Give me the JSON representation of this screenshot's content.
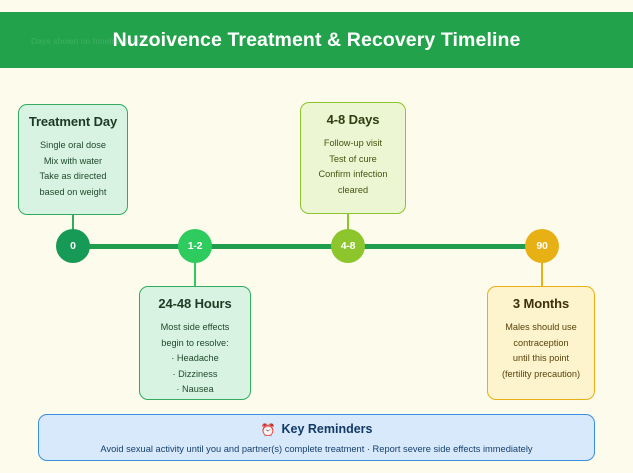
{
  "header": {
    "title": "Nuzoivence Treatment & Recovery Timeline",
    "note": "Days shown on timeline markers",
    "bar_color": "#22a34b",
    "title_color": "#ffffff"
  },
  "page": {
    "background_color": "#fdfbec"
  },
  "timeline": {
    "axis_color": "#1f9e4e",
    "markers": [
      {
        "label": "0",
        "color": "#169a55",
        "position": "left",
        "day_value": 0
      },
      {
        "label": "1-2",
        "color": "#2ecb5f",
        "position": "below",
        "day_value": 1.5
      },
      {
        "label": "4-8",
        "color": "#8cc62c",
        "position": "above",
        "day_value": 6
      },
      {
        "label": "90",
        "color": "#e7b015",
        "position": "below",
        "day_value": 90
      }
    ]
  },
  "cards": [
    {
      "title": "Treatment Day",
      "lines": [
        "Single oral dose",
        "Mix with water",
        "Take as directed",
        "based on weight"
      ],
      "accent_color": "#32ab60",
      "fill_color": "#d8f3e2",
      "marker": "0"
    },
    {
      "title": "4-8 Days",
      "lines": [
        "Follow-up visit",
        "Test of cure",
        "Confirm infection",
        "cleared"
      ],
      "accent_color": "#8cc62c",
      "fill_color": "#ecf6d2",
      "marker": "4-8"
    },
    {
      "title": "24-48 Hours",
      "lines": [
        "Most side effects",
        "begin to resolve:",
        "· Headache",
        "· Dizziness",
        "· Nausea"
      ],
      "accent_color": "#32ab60",
      "fill_color": "#d8f3e2",
      "marker": "1-2"
    },
    {
      "title": "3 Months",
      "lines": [
        "Males should use",
        "contraception",
        "until this point",
        "(fertility precaution)"
      ],
      "accent_color": "#e7b015",
      "fill_color": "#fdf3cd",
      "marker": "90"
    }
  ],
  "reminders": {
    "icon": "alarm-clock-icon",
    "icon_glyph": "⏰",
    "title": "Key Reminders",
    "text": "Avoid sexual activity until you and partner(s) complete treatment · Report severe side effects immediately",
    "accent_color": "#3a8fe0",
    "fill_color": "#d7e9fb"
  }
}
